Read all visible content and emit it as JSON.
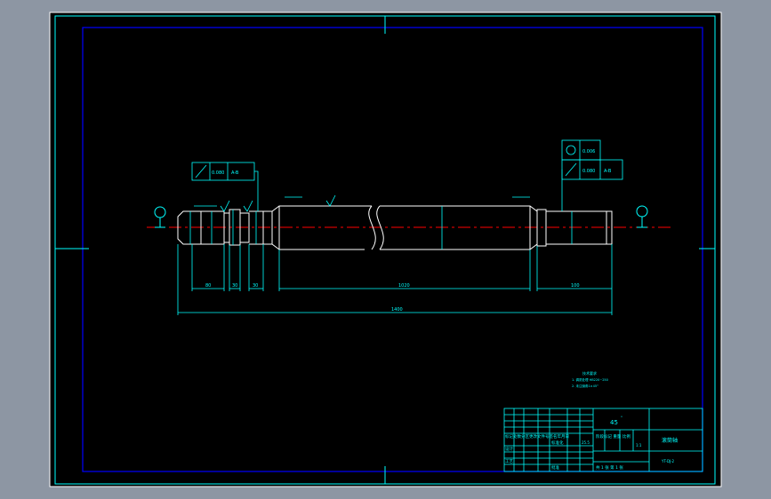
{
  "drawing": {
    "material": "45",
    "part_name": "滚筒轴",
    "drawing_no": "YT-DJ-2",
    "scale": "1:1",
    "sheet_info": "共 1 张 第 1 张",
    "title_header": "标记处数分区更改文件号签名年月日",
    "stage_mark_label": "阶段标记 重量 比例",
    "designer_label": "设计",
    "standardization_label": "标准化",
    "process_label": "工艺",
    "approve_label": "批准",
    "weight": "25.5",
    "tech_req_title": "技术要求",
    "tech_req_items": [
      "1. 调质处理 HB220~250",
      "2. 未注倒角1×45°"
    ]
  },
  "tolerances": {
    "left": {
      "value": "0.080",
      "datum": "A-B"
    },
    "right_roundness": {
      "value": "0.006"
    },
    "right_runout": {
      "value": "0.080",
      "datum": "A-B"
    }
  },
  "dimensions": {
    "overall_length": "1400",
    "body_length": "1020",
    "right_journal_length": "100",
    "left_seg_1": "80",
    "left_seg_2": "30",
    "left_seg_3": "30"
  },
  "colors": {
    "background": "#000000",
    "frame": "#0000ff",
    "outline": "#ffffff",
    "annotation": "#00ffff",
    "centerline": "#ff0000",
    "window": "#8d96a3"
  }
}
